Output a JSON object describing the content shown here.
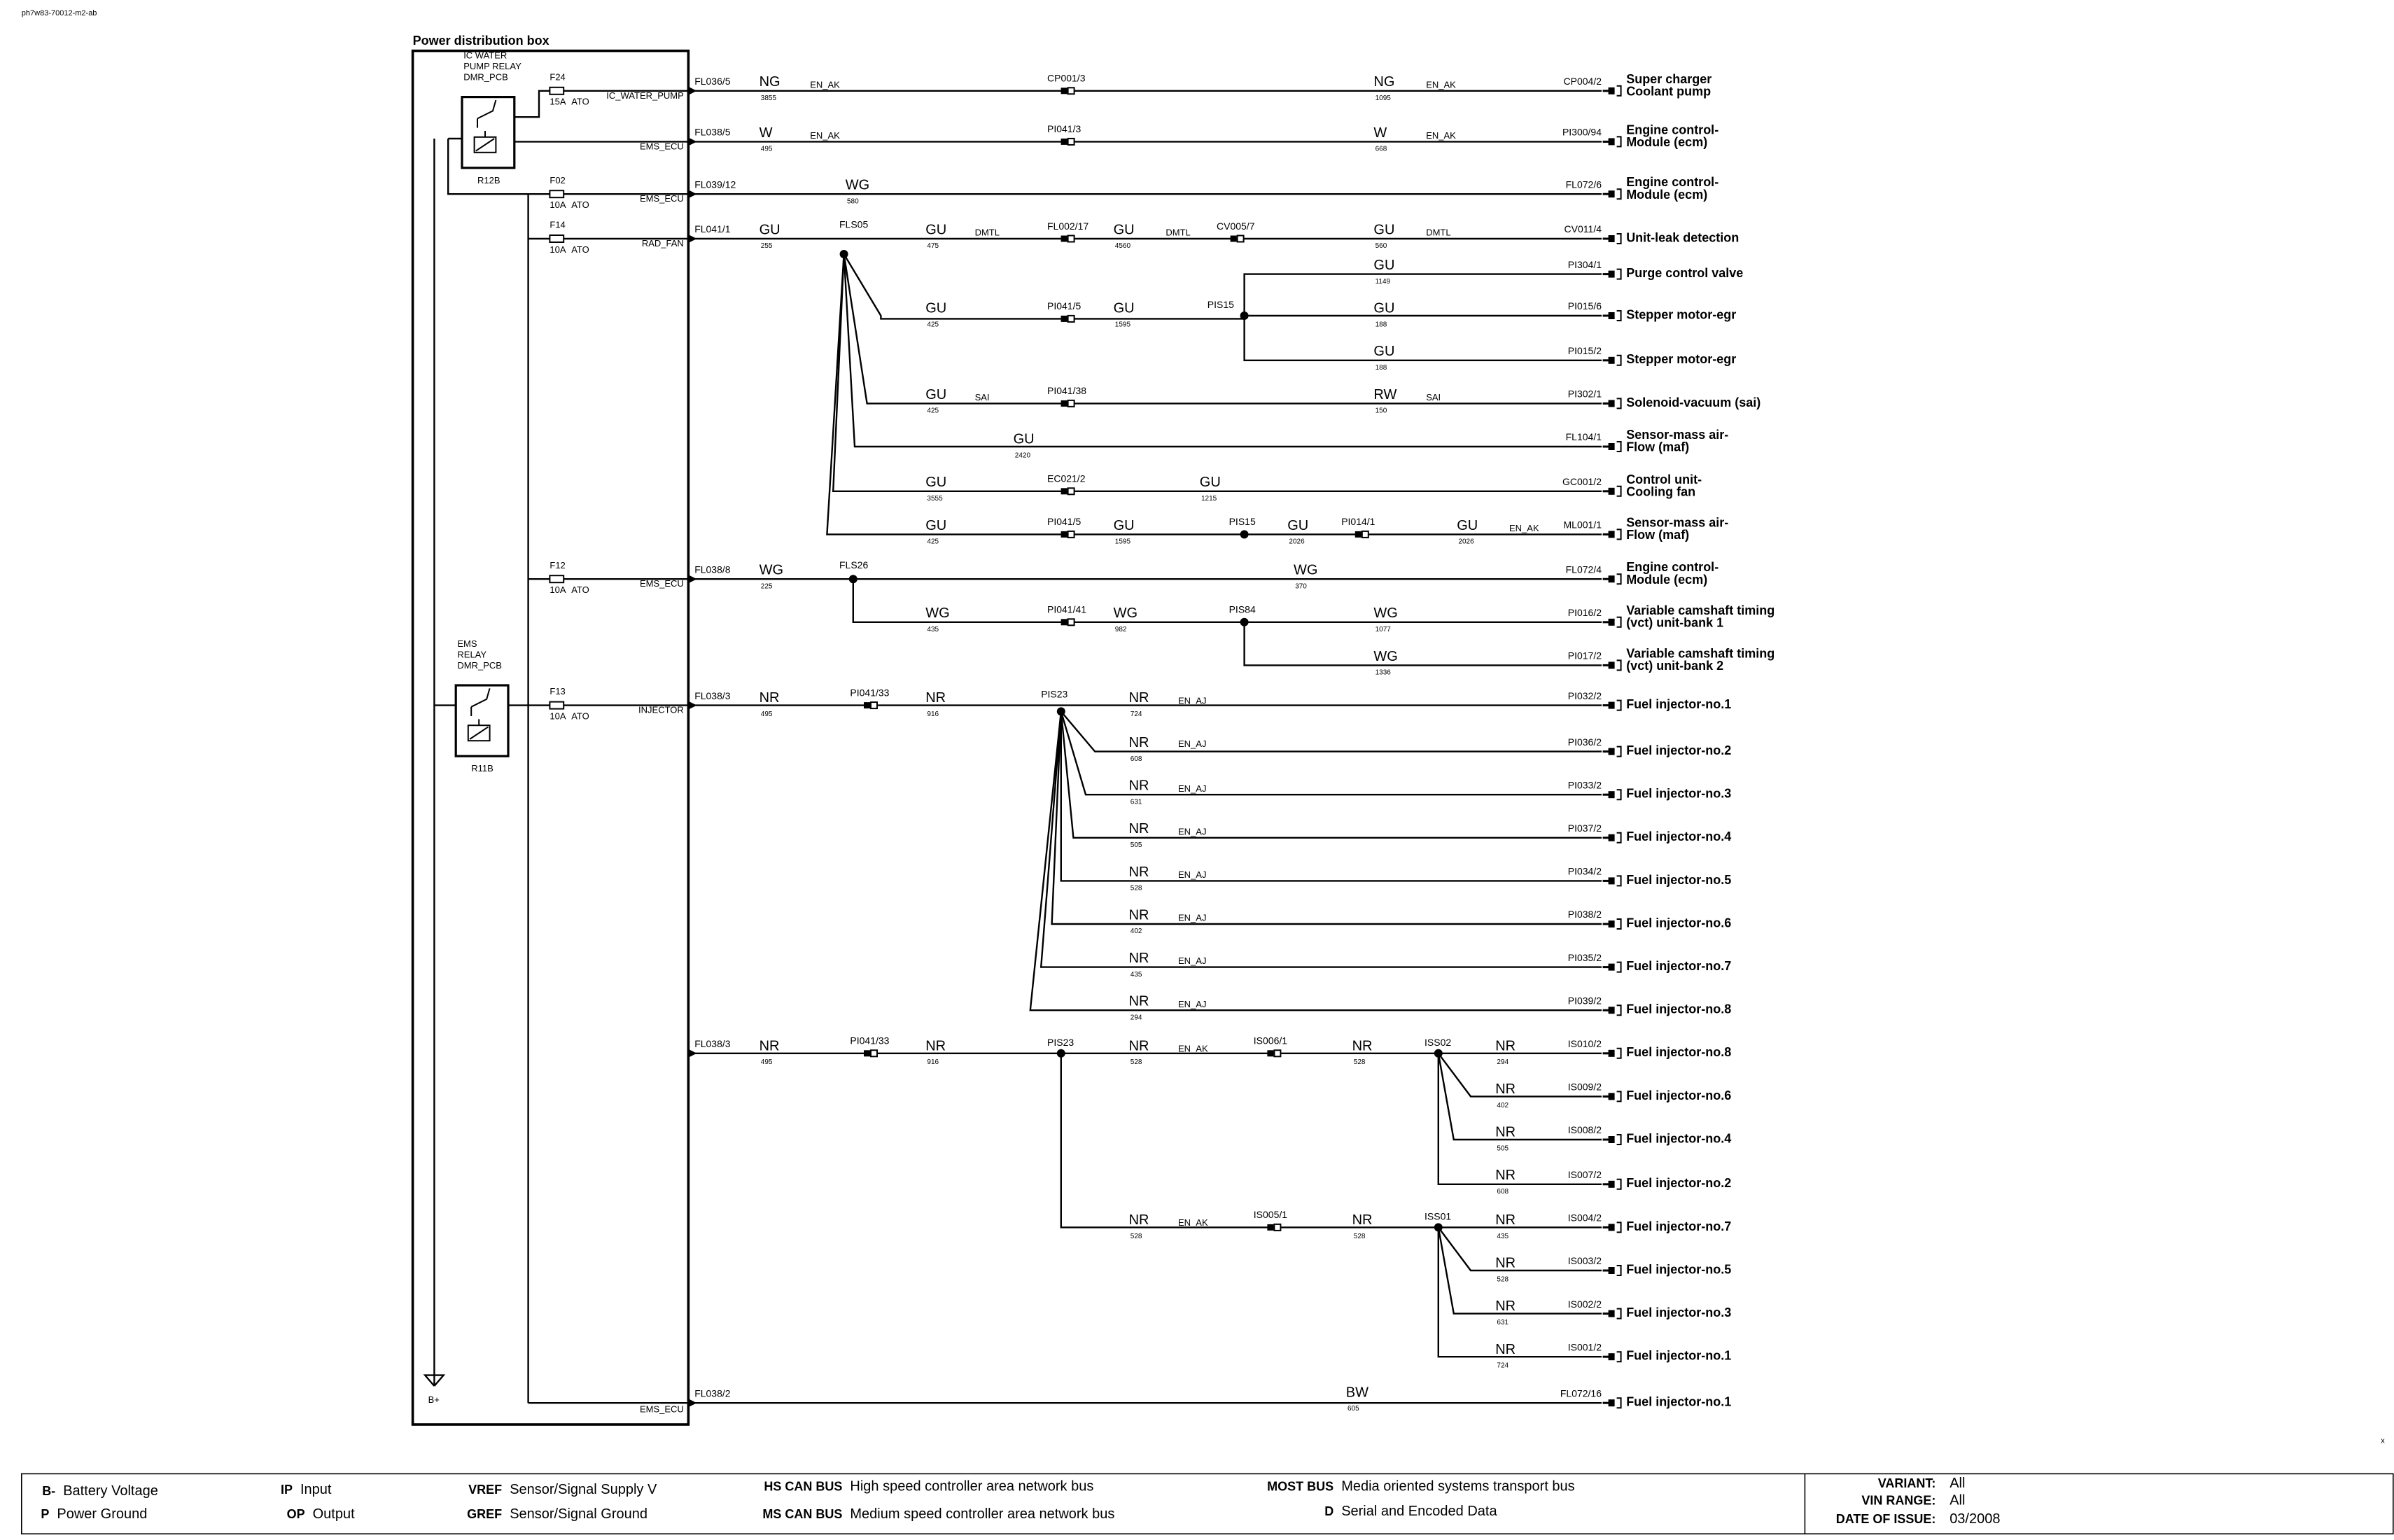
{
  "document_id": "ph7w83-70012-m2-ab",
  "box_title": "Power distribution box",
  "corner_mark": "x",
  "relays": [
    {
      "name_lines": [
        "IC WATER",
        "PUMP RELAY",
        "DMR_PCB"
      ],
      "ref": "R12B"
    },
    {
      "name_lines": [
        "EMS",
        "RELAY",
        "DMR_PCB"
      ],
      "ref": "R11B"
    }
  ],
  "ground_label": "B+",
  "fuses": [
    {
      "id": "F24",
      "rating": "15A",
      "type": "ATO",
      "output": "IC_WATER_PUMP"
    },
    {
      "id": "F02",
      "rating": "10A",
      "type": "ATO",
      "output": "EMS_ECU"
    },
    {
      "id": "F14",
      "rating": "10A",
      "type": "ATO",
      "output": "RAD_FAN"
    },
    {
      "id": "F12",
      "rating": "10A",
      "type": "ATO",
      "output": "EMS_ECU"
    },
    {
      "id": "F13",
      "rating": "10A",
      "type": "ATO",
      "output": "INJECTOR"
    }
  ],
  "box_outputs": [
    {
      "label": "EMS_ECU"
    },
    {
      "label": "EMS_ECU"
    }
  ],
  "box_pins": [
    "FL036/5",
    "FL038/5",
    "FL039/12",
    "FL041/1",
    "FL038/8",
    "FL038/3",
    "FL038/3",
    "FL038/2"
  ],
  "wire_colors": [
    {
      "text": "NG",
      "num": "3855"
    },
    {
      "text": "NG",
      "num": "1095"
    },
    {
      "text": "W",
      "num": "495"
    },
    {
      "text": "W",
      "num": "668"
    },
    {
      "text": "WG",
      "num": "580"
    },
    {
      "text": "GU",
      "num": "255"
    },
    {
      "text": "GU",
      "num": "475"
    },
    {
      "text": "GU",
      "num": "4560"
    },
    {
      "text": "GU",
      "num": "560"
    },
    {
      "text": "GU",
      "num": "1149"
    },
    {
      "text": "GU",
      "num": "425"
    },
    {
      "text": "GU",
      "num": "1595"
    },
    {
      "text": "GU",
      "num": "188"
    },
    {
      "text": "GU",
      "num": "188"
    },
    {
      "text": "GU",
      "num": "425"
    },
    {
      "text": "RW",
      "num": "150"
    },
    {
      "text": "GU",
      "num": "2420"
    },
    {
      "text": "GU",
      "num": "3555"
    },
    {
      "text": "GU",
      "num": "1215"
    },
    {
      "text": "GU",
      "num": "425"
    },
    {
      "text": "GU",
      "num": "1595"
    },
    {
      "text": "GU",
      "num": "2026"
    },
    {
      "text": "GU",
      "num": "2026"
    },
    {
      "text": "WG",
      "num": "225"
    },
    {
      "text": "WG",
      "num": "370"
    },
    {
      "text": "WG",
      "num": "435"
    },
    {
      "text": "WG",
      "num": "982"
    },
    {
      "text": "WG",
      "num": "1077"
    },
    {
      "text": "WG",
      "num": "1336"
    },
    {
      "text": "NR",
      "num": "495"
    },
    {
      "text": "NR",
      "num": "916"
    },
    {
      "text": "NR",
      "num": "724"
    },
    {
      "text": "NR",
      "num": "608"
    },
    {
      "text": "NR",
      "num": "631"
    },
    {
      "text": "NR",
      "num": "505"
    },
    {
      "text": "NR",
      "num": "528"
    },
    {
      "text": "NR",
      "num": "402"
    },
    {
      "text": "NR",
      "num": "435"
    },
    {
      "text": "NR",
      "num": "294"
    },
    {
      "text": "NR",
      "num": "495"
    },
    {
      "text": "NR",
      "num": "916"
    },
    {
      "text": "NR",
      "num": "528"
    },
    {
      "text": "NR",
      "num": "528"
    },
    {
      "text": "NR",
      "num": "294"
    },
    {
      "text": "NR",
      "num": "402"
    },
    {
      "text": "NR",
      "num": "505"
    },
    {
      "text": "NR",
      "num": "608"
    },
    {
      "text": "NR",
      "num": "528"
    },
    {
      "text": "NR",
      "num": "528"
    },
    {
      "text": "NR",
      "num": "435"
    },
    {
      "text": "NR",
      "num": "528"
    },
    {
      "text": "NR",
      "num": "631"
    },
    {
      "text": "NR",
      "num": "724"
    },
    {
      "text": "BW",
      "num": "605"
    }
  ],
  "wire_labels": [
    "EN_AK",
    "EN_AK",
    "EN_AK",
    "EN_AK",
    "DMTL",
    "DMTL",
    "DMTL",
    "SAI",
    "SAI",
    "EN_AK",
    "EN_AJ",
    "EN_AJ",
    "EN_AJ",
    "EN_AJ",
    "EN_AJ",
    "EN_AJ",
    "EN_AJ",
    "EN_AJ",
    "EN_AK",
    "EN_AK"
  ],
  "inline_connectors": [
    "CP001/3",
    "PI041/3",
    "FL002/17",
    "CV005/7",
    "PI041/5",
    "PI041/38",
    "EC021/2",
    "PI041/5",
    "PI014/1",
    "PI041/41",
    "PI041/33",
    "PI041/33",
    "IS006/1",
    "IS005/1"
  ],
  "splices": [
    "FLS05",
    "PIS15",
    "PIS15",
    "FLS26",
    "PIS84",
    "PIS23",
    "PIS23",
    "ISS02",
    "ISS01"
  ],
  "destinations": [
    {
      "conn": "CP004/2",
      "lines": [
        "Super charger",
        "Coolant pump"
      ]
    },
    {
      "conn": "PI300/94",
      "lines": [
        "Engine control-",
        "Module (ecm)"
      ]
    },
    {
      "conn": "FL072/6",
      "lines": [
        "Engine control-",
        "Module (ecm)"
      ]
    },
    {
      "conn": "CV011/4",
      "lines": [
        "Unit-leak detection"
      ]
    },
    {
      "conn": "PI304/1",
      "lines": [
        "Purge control valve"
      ]
    },
    {
      "conn": "PI015/6",
      "lines": [
        "Stepper motor-egr"
      ]
    },
    {
      "conn": "PI015/2",
      "lines": [
        "Stepper motor-egr"
      ]
    },
    {
      "conn": "PI302/1",
      "lines": [
        "Solenoid-vacuum (sai)"
      ]
    },
    {
      "conn": "FL104/1",
      "lines": [
        "Sensor-mass air-",
        "Flow (maf)"
      ]
    },
    {
      "conn": "GC001/2",
      "lines": [
        "Control unit-",
        "Cooling fan"
      ]
    },
    {
      "conn": "ML001/1",
      "lines": [
        "Sensor-mass air-",
        "Flow (maf)"
      ]
    },
    {
      "conn": "FL072/4",
      "lines": [
        "Engine control-",
        "Module (ecm)"
      ]
    },
    {
      "conn": "PI016/2",
      "lines": [
        "Variable camshaft timing",
        "(vct) unit-bank 1"
      ]
    },
    {
      "conn": "PI017/2",
      "lines": [
        "Variable camshaft timing",
        "(vct) unit-bank 2"
      ]
    },
    {
      "conn": "PI032/2",
      "lines": [
        "Fuel injector-no.1"
      ]
    },
    {
      "conn": "PI036/2",
      "lines": [
        "Fuel injector-no.2"
      ]
    },
    {
      "conn": "PI033/2",
      "lines": [
        "Fuel injector-no.3"
      ]
    },
    {
      "conn": "PI037/2",
      "lines": [
        "Fuel injector-no.4"
      ]
    },
    {
      "conn": "PI034/2",
      "lines": [
        "Fuel injector-no.5"
      ]
    },
    {
      "conn": "PI038/2",
      "lines": [
        "Fuel injector-no.6"
      ]
    },
    {
      "conn": "PI035/2",
      "lines": [
        "Fuel injector-no.7"
      ]
    },
    {
      "conn": "PI039/2",
      "lines": [
        "Fuel injector-no.8"
      ]
    },
    {
      "conn": "IS010/2",
      "lines": [
        "Fuel injector-no.8"
      ]
    },
    {
      "conn": "IS009/2",
      "lines": [
        "Fuel injector-no.6"
      ]
    },
    {
      "conn": "IS008/2",
      "lines": [
        "Fuel injector-no.4"
      ]
    },
    {
      "conn": "IS007/2",
      "lines": [
        "Fuel injector-no.2"
      ]
    },
    {
      "conn": "IS004/2",
      "lines": [
        "Fuel injector-no.7"
      ]
    },
    {
      "conn": "IS003/2",
      "lines": [
        "Fuel injector-no.5"
      ]
    },
    {
      "conn": "IS002/2",
      "lines": [
        "Fuel injector-no.3"
      ]
    },
    {
      "conn": "IS001/2",
      "lines": [
        "Fuel injector-no.1"
      ]
    },
    {
      "conn": "FL072/16",
      "lines": [
        "Fuel injector-no.1"
      ]
    }
  ],
  "legend": [
    {
      "abbr": "B-",
      "desc": "Battery Voltage"
    },
    {
      "abbr": "P",
      "desc": "Power Ground"
    },
    {
      "abbr": "IP",
      "desc": "Input"
    },
    {
      "abbr": "OP",
      "desc": "Output"
    },
    {
      "abbr": "VREF",
      "desc": "Sensor/Signal Supply V"
    },
    {
      "abbr": "GREF",
      "desc": "Sensor/Signal Ground"
    },
    {
      "abbr": "HS CAN BUS",
      "desc": "High speed controller area network bus"
    },
    {
      "abbr": "MS CAN BUS",
      "desc": "Medium speed controller area network bus"
    },
    {
      "abbr": "MOST BUS",
      "desc": "Media oriented systems transport bus"
    },
    {
      "abbr": "D",
      "desc": "Serial and Encoded Data"
    }
  ],
  "meta": [
    {
      "key": "VARIANT:",
      "value": "All"
    },
    {
      "key": "VIN RANGE:",
      "value": "All"
    },
    {
      "key": "DATE OF ISSUE:",
      "value": "03/2008"
    }
  ]
}
